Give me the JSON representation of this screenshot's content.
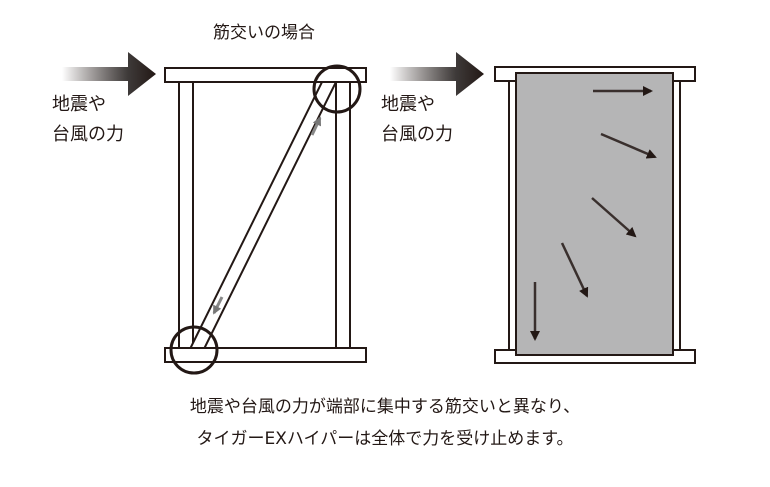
{
  "diagram": {
    "left_title": "筋交いの場合",
    "force_label_line1": "地震や",
    "force_label_line2": "台風の力",
    "caption_line1": "地震や台風の力が端部に集中する筋交いと異なり、",
    "caption_line2": "タイガーEXハイパーは全体で力を受け止めます。"
  },
  "colors": {
    "line": "#231815",
    "panel": "#b5b5b6"
  }
}
